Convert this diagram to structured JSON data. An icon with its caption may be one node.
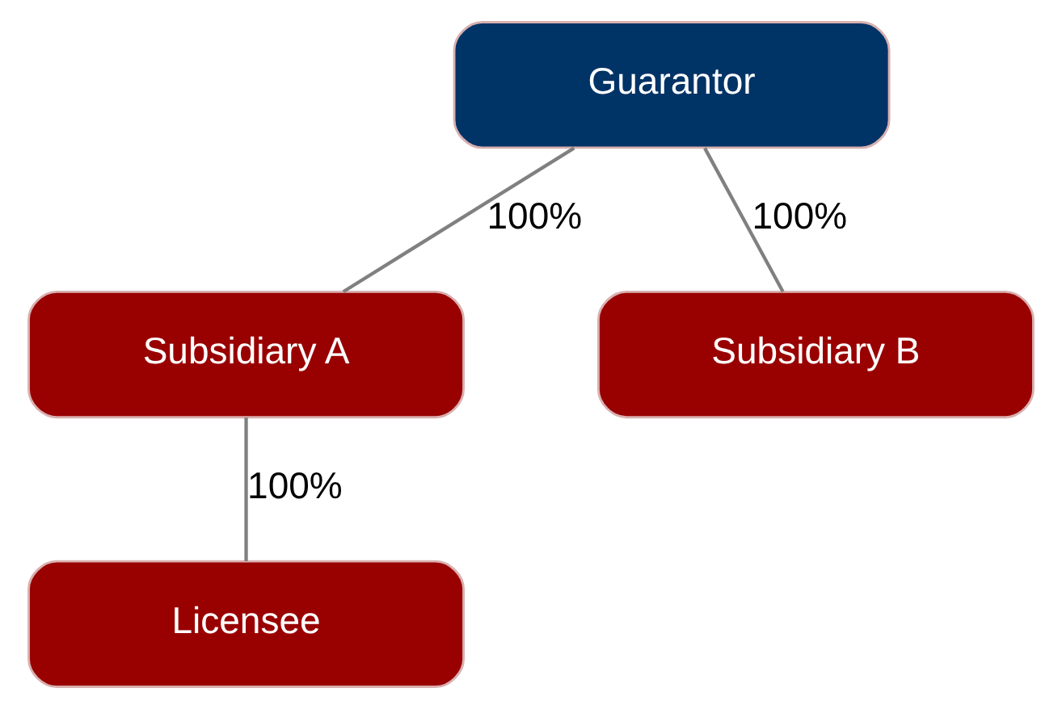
{
  "diagram": {
    "nodes": [
      {
        "text": [
          "Guarantor"
        ]
      },
      {
        "text": [
          "Subsidiary A"
        ]
      },
      {
        "text": [
          "Subsidiary B"
        ]
      },
      {
        "text": [
          "Licensee"
        ]
      }
    ],
    "edges": [
      {
        "from": 0,
        "to": 1,
        "arrow": "none",
        "label": "100%"
      },
      {
        "from": 0,
        "to": 2,
        "arrow": "none",
        "label": "100%"
      },
      {
        "from": 1,
        "to": 3,
        "arrow": "none",
        "label": "100%"
      }
    ]
  }
}
